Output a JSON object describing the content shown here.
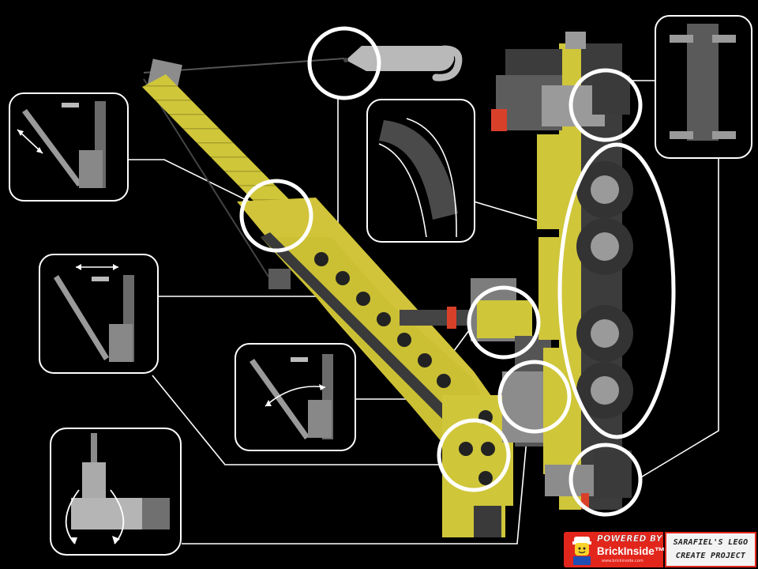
{
  "badge": {
    "powered_by": "POWERED BY",
    "brand": "BrickInside™",
    "url": "www.brickinside.com",
    "project_line1": "SARAFIEL'S LEGO",
    "project_line2": "CREATE PROJECT"
  },
  "colors": {
    "background": "#000000",
    "brick_yellow": "#cfc63a",
    "brick_dark": "#3a3a3a",
    "brick_grey": "#8a8a8a",
    "highlight": "#ffffff",
    "badge_red": "#e2261c"
  },
  "icons": [
    "lego-crane-model",
    "hook-icon",
    "minifig-icon",
    "arrow-icon"
  ]
}
